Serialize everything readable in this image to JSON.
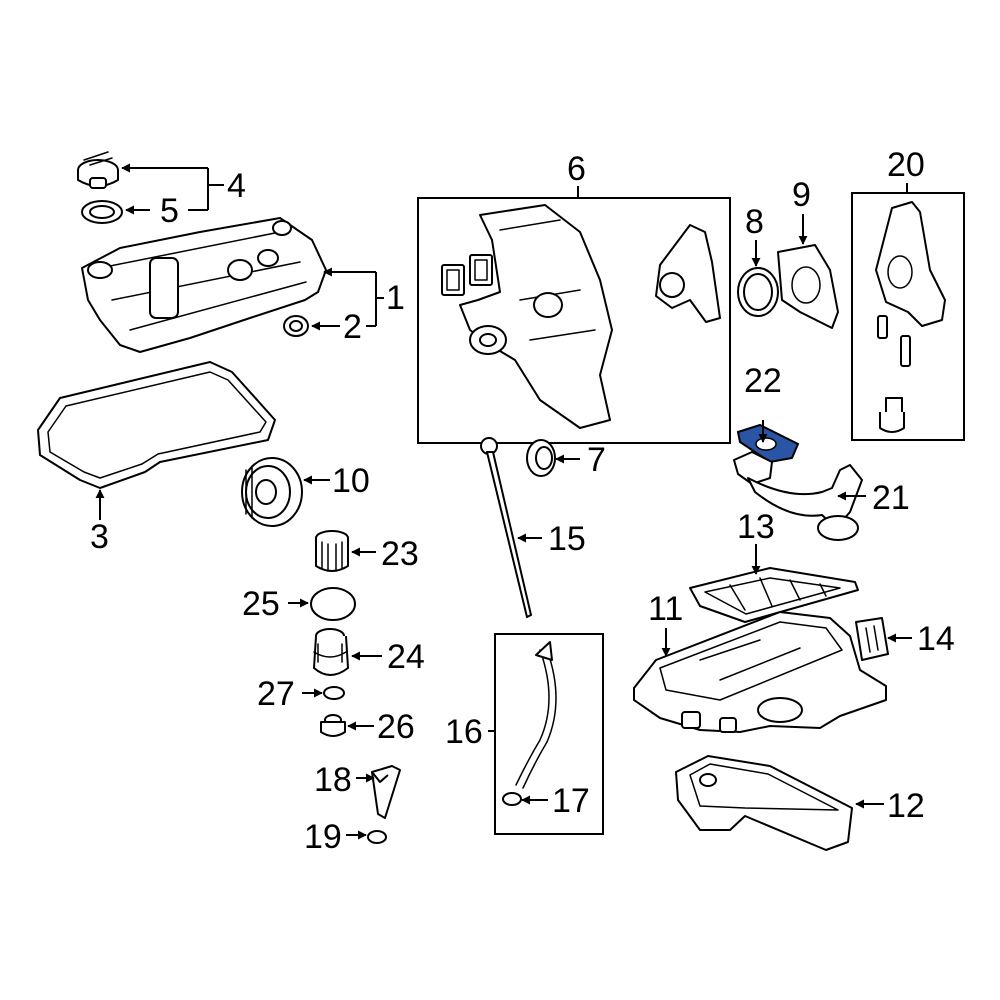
{
  "diagram": {
    "callouts": {
      "c1": "1",
      "c2": "2",
      "c3": "3",
      "c4": "4",
      "c5": "5",
      "c6": "6",
      "c7": "7",
      "c8": "8",
      "c9": "9",
      "c10": "10",
      "c11": "11",
      "c12": "12",
      "c13": "13",
      "c14": "14",
      "c15": "15",
      "c16": "16",
      "c17": "17",
      "c18": "18",
      "c19": "19",
      "c20": "20",
      "c21": "21",
      "c22": "22",
      "c23": "23",
      "c24": "24",
      "c25": "25",
      "c26": "26",
      "c27": "27"
    },
    "highlight_color": "#2a55a5",
    "highlighted_part": "22"
  }
}
